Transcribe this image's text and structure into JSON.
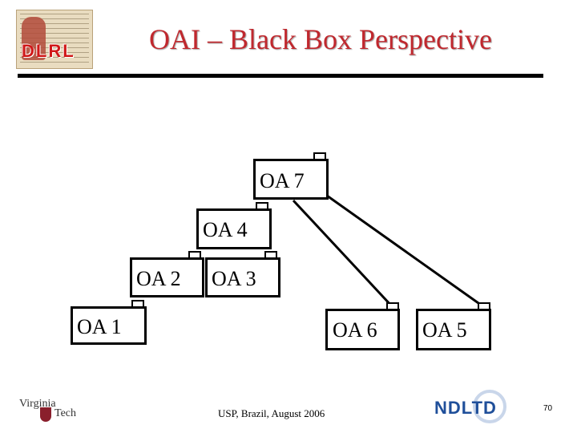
{
  "slide": {
    "title": "OAI – Black Box Perspective",
    "footer": "USP, Brazil, August 2006",
    "page_number": "70"
  },
  "diagram": {
    "nodes": [
      {
        "id": "oa7",
        "label": "OA 7"
      },
      {
        "id": "oa4",
        "label": "OA 4"
      },
      {
        "id": "oa2",
        "label": "OA 2"
      },
      {
        "id": "oa3",
        "label": "OA 3"
      },
      {
        "id": "oa1",
        "label": "OA 1"
      },
      {
        "id": "oa6",
        "label": "OA 6"
      },
      {
        "id": "oa5",
        "label": "OA 5"
      }
    ],
    "edges": [
      {
        "from": "oa7",
        "to": "oa6"
      },
      {
        "from": "oa7",
        "to": "oa5"
      }
    ]
  },
  "logos": {
    "dlrl": "DLRL",
    "virginia": "Virginia",
    "tech": "Tech",
    "ndltd": "NDLTD"
  },
  "colors": {
    "title": "#c0282e",
    "rule": "#000000",
    "ndltd": "#1f4f9a"
  }
}
